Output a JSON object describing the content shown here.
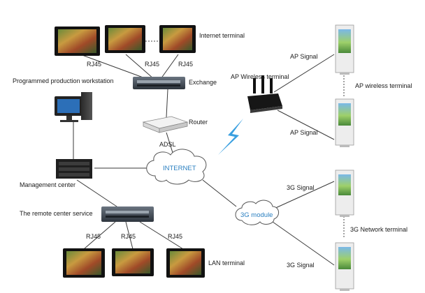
{
  "labels": {
    "internet_terminal": "Internet terminal",
    "rj45": "RJ45",
    "programmed_workstation": "Programmed production workstation",
    "exchange": "Exchange",
    "router": "Router",
    "adsl": "ADSL",
    "internet": "INTERNET",
    "management_center": "Management center",
    "remote_center_service": "The remote center service",
    "lan_terminal": "LAN terminal",
    "ap_wireless_terminal_router": "AP Wireless terminal",
    "ap_signal": "AP Signal",
    "ap_wireless_terminal_right": "AP wireless terminal",
    "g3_signal": "3G Signal",
    "g3_module": "3G module",
    "g3_network_terminal": "3G Network terminal"
  },
  "colors": {
    "cloud_text": "#2a7fc0",
    "lightning": "#3aa0e0",
    "line": "#3a3a3a"
  }
}
